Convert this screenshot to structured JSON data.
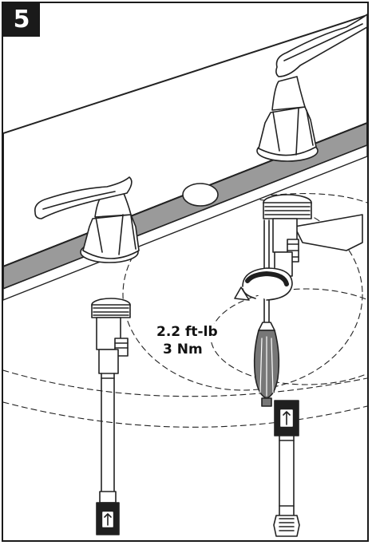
{
  "step": {
    "number": "5"
  },
  "torque": {
    "imperial": "2.2 ft-lb",
    "metric": "3 Nm"
  },
  "icons": [
    "rotate-clockwise-icon",
    "screwdriver-icon",
    "faucet-handle-icon",
    "valve-body-icon",
    "supply-hose-icon",
    "hose-connector-icon"
  ],
  "colors": {
    "ink": "#1a1a1a",
    "deck": "#9a9a9a",
    "line": "#222222",
    "fill": "#ffffff"
  }
}
